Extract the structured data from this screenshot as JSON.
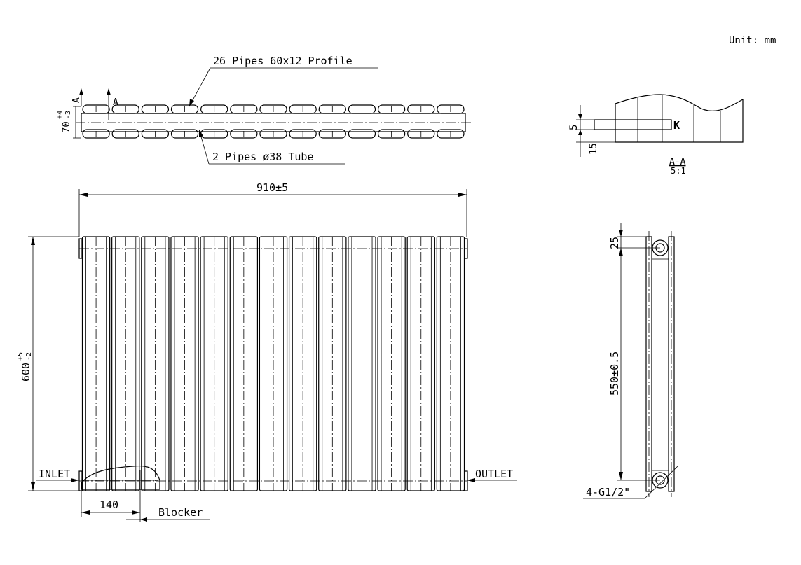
{
  "unit_label": "Unit: mm",
  "top_view": {
    "profile_label": "26 Pipes 60x12 Profile",
    "tube_label": "2 Pipes ø38 Tube",
    "depth_dim": "70",
    "depth_tol_upper": "+4",
    "depth_tol_lower": "-3",
    "section_marker": "A"
  },
  "section_detail": {
    "dim_5": "5",
    "dim_15": "15",
    "callout": "K",
    "section_title": "A-A",
    "scale": "5:1"
  },
  "front_view": {
    "width_dim": "910±5",
    "height_dim": "600",
    "height_tol_upper": "+5",
    "height_tol_lower": "-2",
    "inlet_label": "INLET",
    "outlet_label": "OUTLET",
    "offset_dim": "140",
    "blocker_label": "Blocker",
    "column_count": 13
  },
  "side_view": {
    "top_offset_dim": "25",
    "center_dim": "550±0.5",
    "thread_label": "4-G1/2\""
  }
}
